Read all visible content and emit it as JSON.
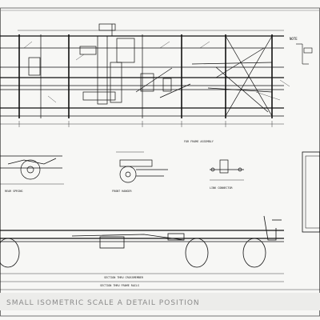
{
  "drawing": {
    "title_block": "SMALL ISOMETRIC SCALE A DETAIL POSITION",
    "note": "FOR FRAME ASSEMBLY",
    "labels": {
      "center_detail": "FRONT HANGER",
      "right_detail": "LINK CONNECTOR",
      "top_right_note": "NOTE",
      "dim_bottom_1": "SECTION THRU CROSSMEMBER",
      "dim_bottom_2": "SECTION THRU FRAME RAILS",
      "left_detail": "REAR SPRING"
    },
    "colors": {
      "paper": "#f7f7f5",
      "ink": "#111111",
      "faded": "#8a8a8a"
    }
  }
}
